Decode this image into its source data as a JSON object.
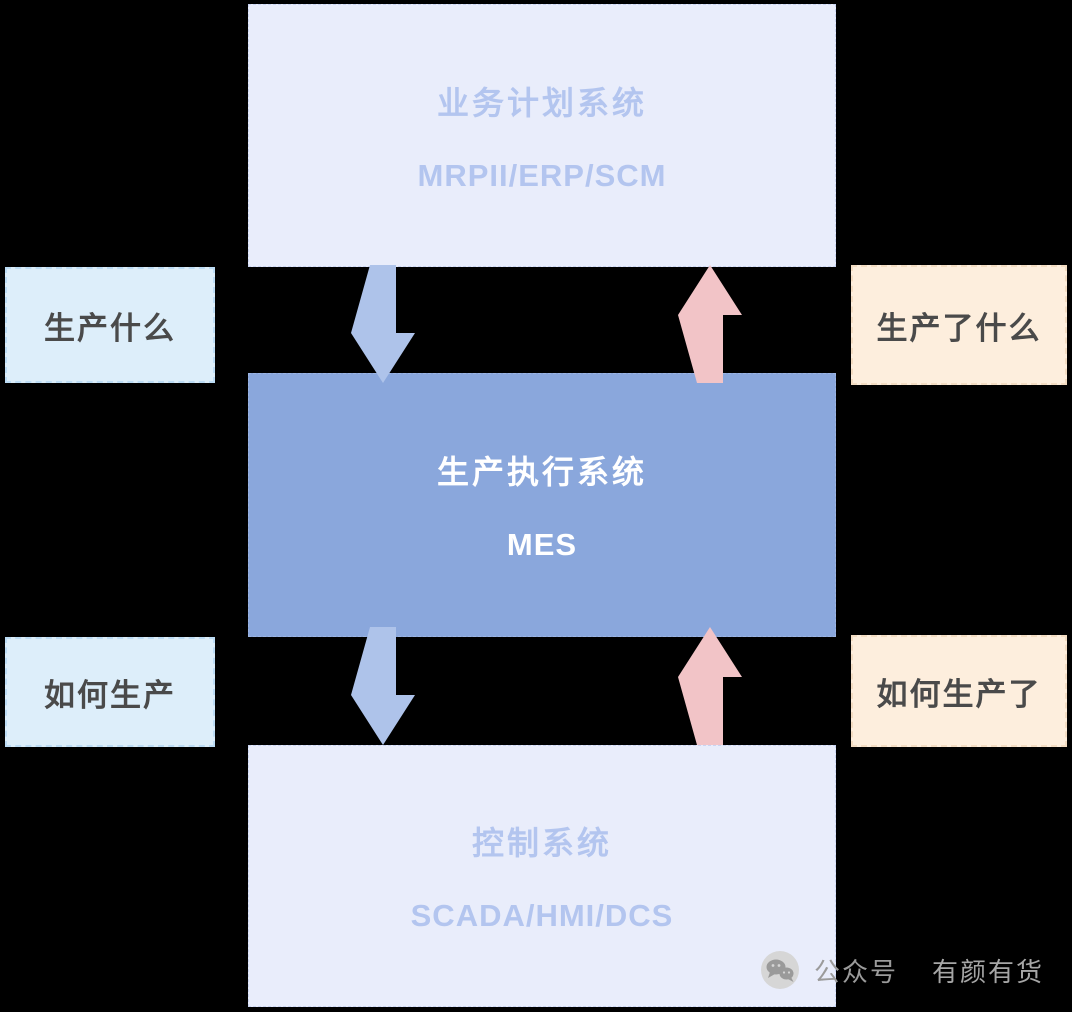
{
  "diagram": {
    "top_box": {
      "title": "业务计划系统",
      "subtitle": "MRPII/ERP/SCM"
    },
    "middle_box": {
      "title": "生产执行系统",
      "subtitle": "MES"
    },
    "bottom_box": {
      "title": "控制系统",
      "subtitle": "SCADA/HMI/DCS"
    },
    "left_labels": [
      {
        "text": "生产什么"
      },
      {
        "text": "如何生产"
      }
    ],
    "right_labels": [
      {
        "text": "生产了什么"
      },
      {
        "text": "如何生产了"
      }
    ],
    "colors": {
      "background": "#000000",
      "light_box_bg": "#e9edfb",
      "light_box_text": "#b3c5ef",
      "main_box_bg": "#8aa7dc",
      "main_box_text": "#ffffff",
      "left_label_bg": "#ddeefa",
      "right_label_bg": "#fdeedd",
      "side_label_text": "#4a4a4a",
      "down_arrow": "#aec3ea",
      "up_arrow": "#f2c4c7"
    }
  },
  "watermark": {
    "icon": "wechat-logo",
    "account_type": "公众号",
    "account_name": "有颜有货"
  }
}
